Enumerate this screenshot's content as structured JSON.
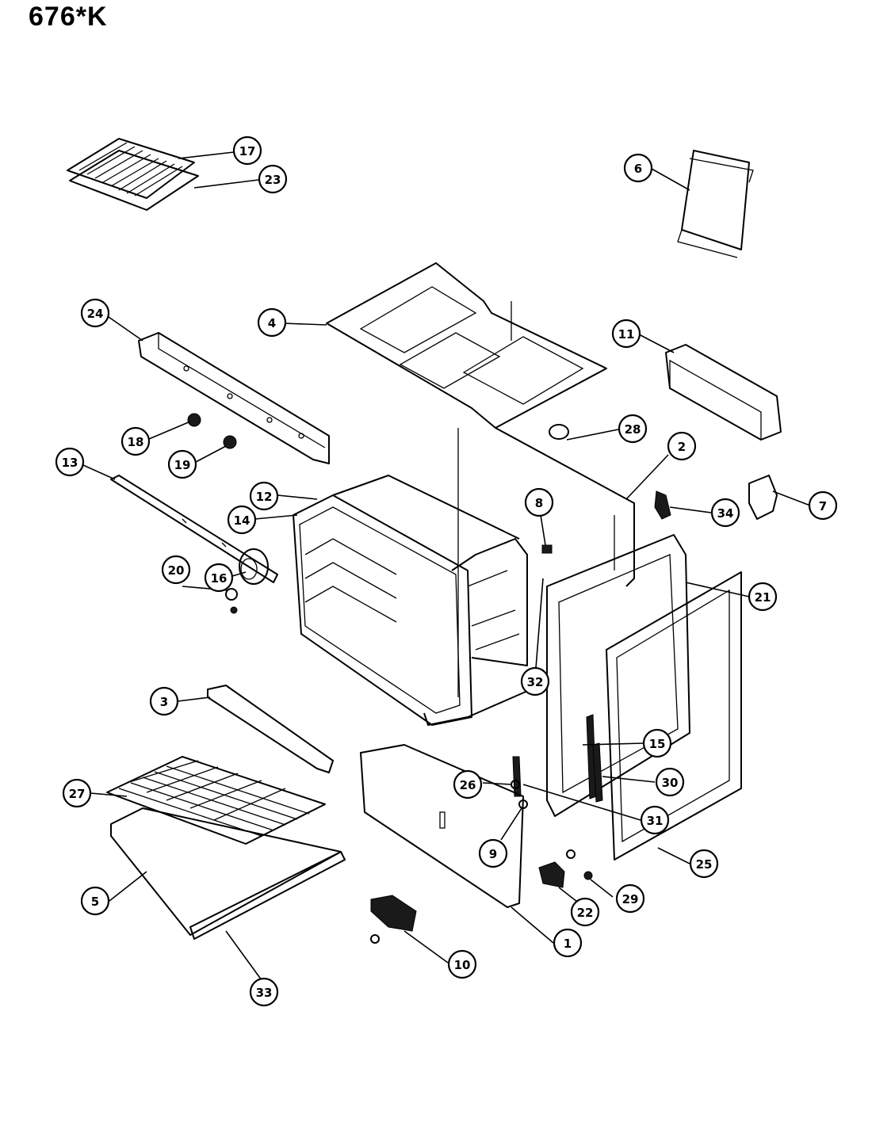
{
  "title": "676*K",
  "callouts": [
    {
      "id": "17",
      "label": "17"
    },
    {
      "id": "23",
      "label": "23"
    },
    {
      "id": "6",
      "label": "6"
    },
    {
      "id": "24",
      "label": "24"
    },
    {
      "id": "4",
      "label": "4"
    },
    {
      "id": "11",
      "label": "11"
    },
    {
      "id": "18",
      "label": "18"
    },
    {
      "id": "19",
      "label": "19"
    },
    {
      "id": "28",
      "label": "28"
    },
    {
      "id": "2",
      "label": "2"
    },
    {
      "id": "13",
      "label": "13"
    },
    {
      "id": "12",
      "label": "12"
    },
    {
      "id": "14",
      "label": "14"
    },
    {
      "id": "8",
      "label": "8"
    },
    {
      "id": "34",
      "label": "34"
    },
    {
      "id": "7",
      "label": "7"
    },
    {
      "id": "20",
      "label": "20"
    },
    {
      "id": "16",
      "label": "16"
    },
    {
      "id": "21",
      "label": "21"
    },
    {
      "id": "32",
      "label": "32"
    },
    {
      "id": "3",
      "label": "3"
    },
    {
      "id": "15",
      "label": "15"
    },
    {
      "id": "27",
      "label": "27"
    },
    {
      "id": "26",
      "label": "26"
    },
    {
      "id": "30",
      "label": "30"
    },
    {
      "id": "31",
      "label": "31"
    },
    {
      "id": "9",
      "label": "9"
    },
    {
      "id": "5",
      "label": "5"
    },
    {
      "id": "25",
      "label": "25"
    },
    {
      "id": "22",
      "label": "22"
    },
    {
      "id": "29",
      "label": "29"
    },
    {
      "id": "1",
      "label": "1"
    },
    {
      "id": "10",
      "label": "10"
    },
    {
      "id": "33",
      "label": "33"
    }
  ]
}
